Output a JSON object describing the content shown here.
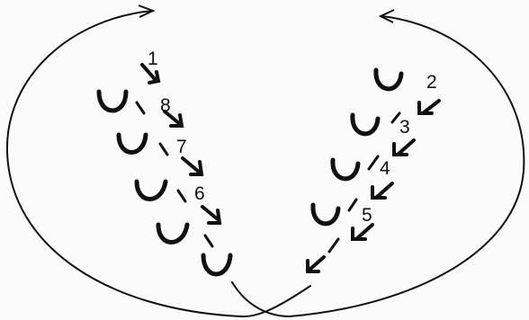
{
  "diagram": {
    "labels": {
      "l1": "1",
      "l2": "2",
      "l3": "3",
      "l4": "4",
      "l5": "5",
      "l6": "6",
      "l7": "7",
      "l8": "8"
    }
  },
  "colors": {
    "ink": "#111111",
    "paper": "#fbfbfb"
  }
}
